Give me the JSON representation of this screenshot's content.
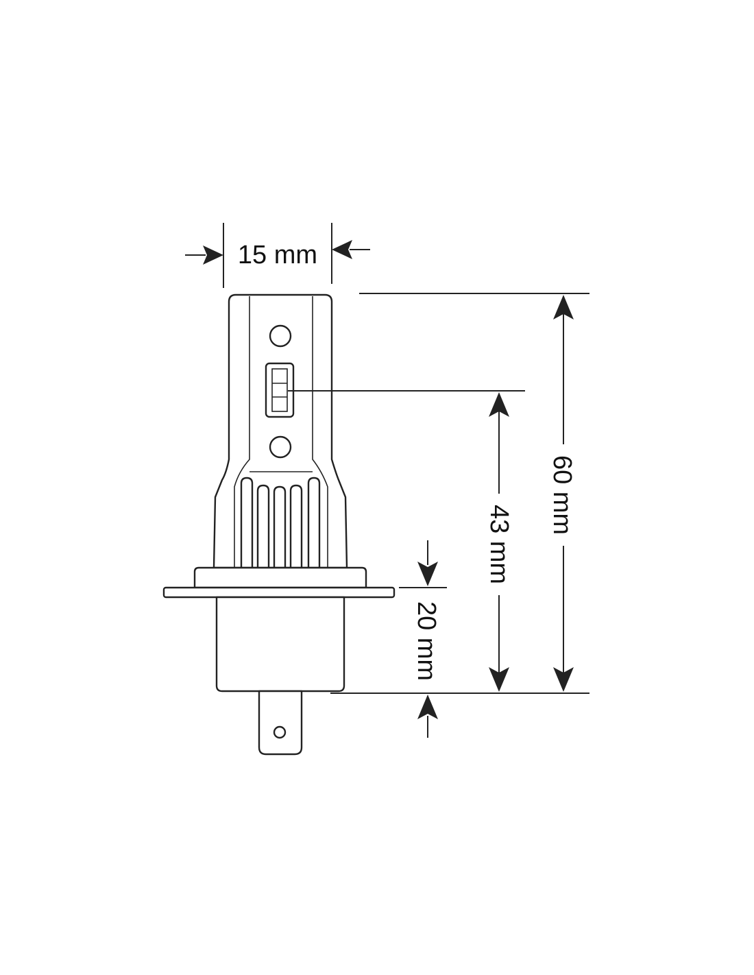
{
  "dimensions": {
    "width_top": "15 mm",
    "height_total": "60 mm",
    "height_led": "43 mm",
    "height_base": "20 mm"
  },
  "colors": {
    "line": "#222222",
    "background": "#ffffff"
  }
}
